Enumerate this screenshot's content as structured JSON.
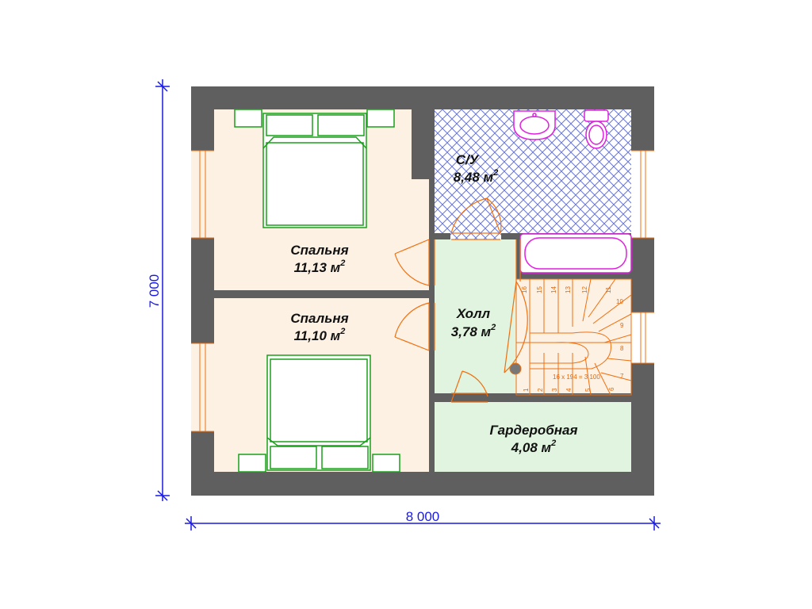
{
  "rooms": {
    "bathroom": {
      "name": "С/У",
      "area": "8,48 м",
      "sup": "2"
    },
    "bedroom1": {
      "name": "Спальня",
      "area": "11,13 м",
      "sup": "2"
    },
    "bedroom2": {
      "name": "Спальня",
      "area": "11,10 м",
      "sup": "2"
    },
    "hall": {
      "name": "Холл",
      "area": "3,78 м",
      "sup": "2"
    },
    "wardrobe": {
      "name": "Гардеробная",
      "area": "4,08 м",
      "sup": "2"
    }
  },
  "dimensions": {
    "width": "8 000",
    "height": "7 000"
  },
  "stairs": {
    "note": "16 х 194 = 3 100",
    "step_numbers": [
      "1",
      "2",
      "3",
      "4",
      "5",
      "6",
      "7",
      "8",
      "9",
      "10",
      "11",
      "12",
      "13",
      "14",
      "15",
      "16"
    ]
  },
  "colors": {
    "wall": "#5f5f5f",
    "bedroom_floor": "#fdf1e3",
    "hall_floor": "#e1f4df",
    "bathroom_tile": "#6a78d6",
    "furniture_bed": "#1aa01a",
    "sanitary": "#e01ee0",
    "door": "#f07010",
    "dimension": "#1a1ae6"
  }
}
